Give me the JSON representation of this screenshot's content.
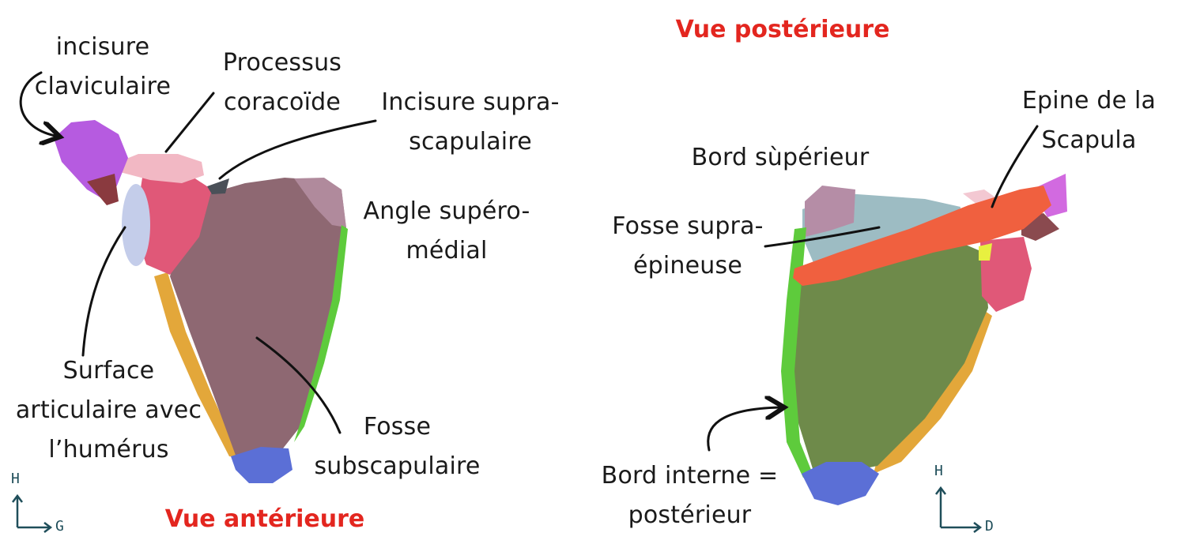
{
  "titles": {
    "posterior": "Vue postérieure",
    "anterior": "Vue antérieure"
  },
  "anterior_labels": {
    "incisure_claviculaire": "incisure\nclaviculaire",
    "processus_coracoide": "Processus\ncoracoïde",
    "incisure_suprascapulaire": "Incisure supra-\nscapulaire",
    "angle_superomedial": "Angle supéro-\nmédial",
    "surface_articulaire": "Surface\narticulaire avec\nl’humérus",
    "fosse_subscapulaire": "Fosse\nsubscapulaire"
  },
  "posterior_labels": {
    "epine_scapula": "Epine de la\nScapula",
    "bord_superieur": "Bord sùpérieur",
    "fosse_supraepineuse": "Fosse supra-\népineuse",
    "bord_interne": "Bord interne =\npostérieur"
  },
  "axes": {
    "anterior": {
      "up": "H",
      "right": "G"
    },
    "posterior": {
      "up": "H",
      "right": "D"
    }
  },
  "colors": {
    "title_red": "#e3261f",
    "axis_teal": "#1f4e5a"
  }
}
